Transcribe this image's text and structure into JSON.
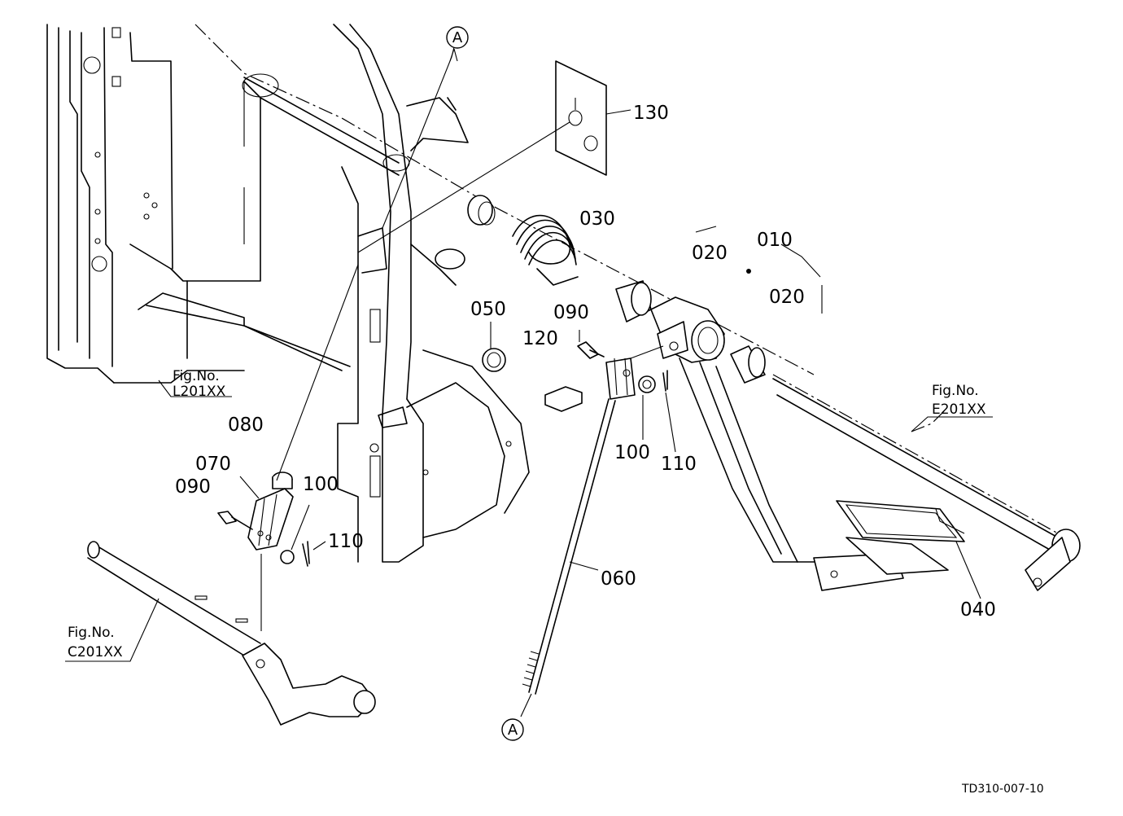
{
  "parts": {
    "p010": "010",
    "p020a": "020",
    "p020b": "020",
    "p030": "030",
    "p040": "040",
    "p050": "050",
    "p060": "060",
    "p070": "070",
    "p080": "080",
    "p090a": "090",
    "p090b": "090",
    "p100a": "100",
    "p100b": "100",
    "p110a": "110",
    "p110b": "110",
    "p120": "120",
    "p130": "130"
  },
  "fig_refs": {
    "l201": {
      "title": "Fig.No.",
      "code": "L201XX"
    },
    "e201": {
      "title": "Fig.No.",
      "code": "E201XX"
    },
    "c201": {
      "title": "Fig.No.",
      "code": "C201XX"
    }
  },
  "callouts": {
    "top": "A",
    "bottom": "A"
  },
  "drawing_code": "TD310-007-10"
}
